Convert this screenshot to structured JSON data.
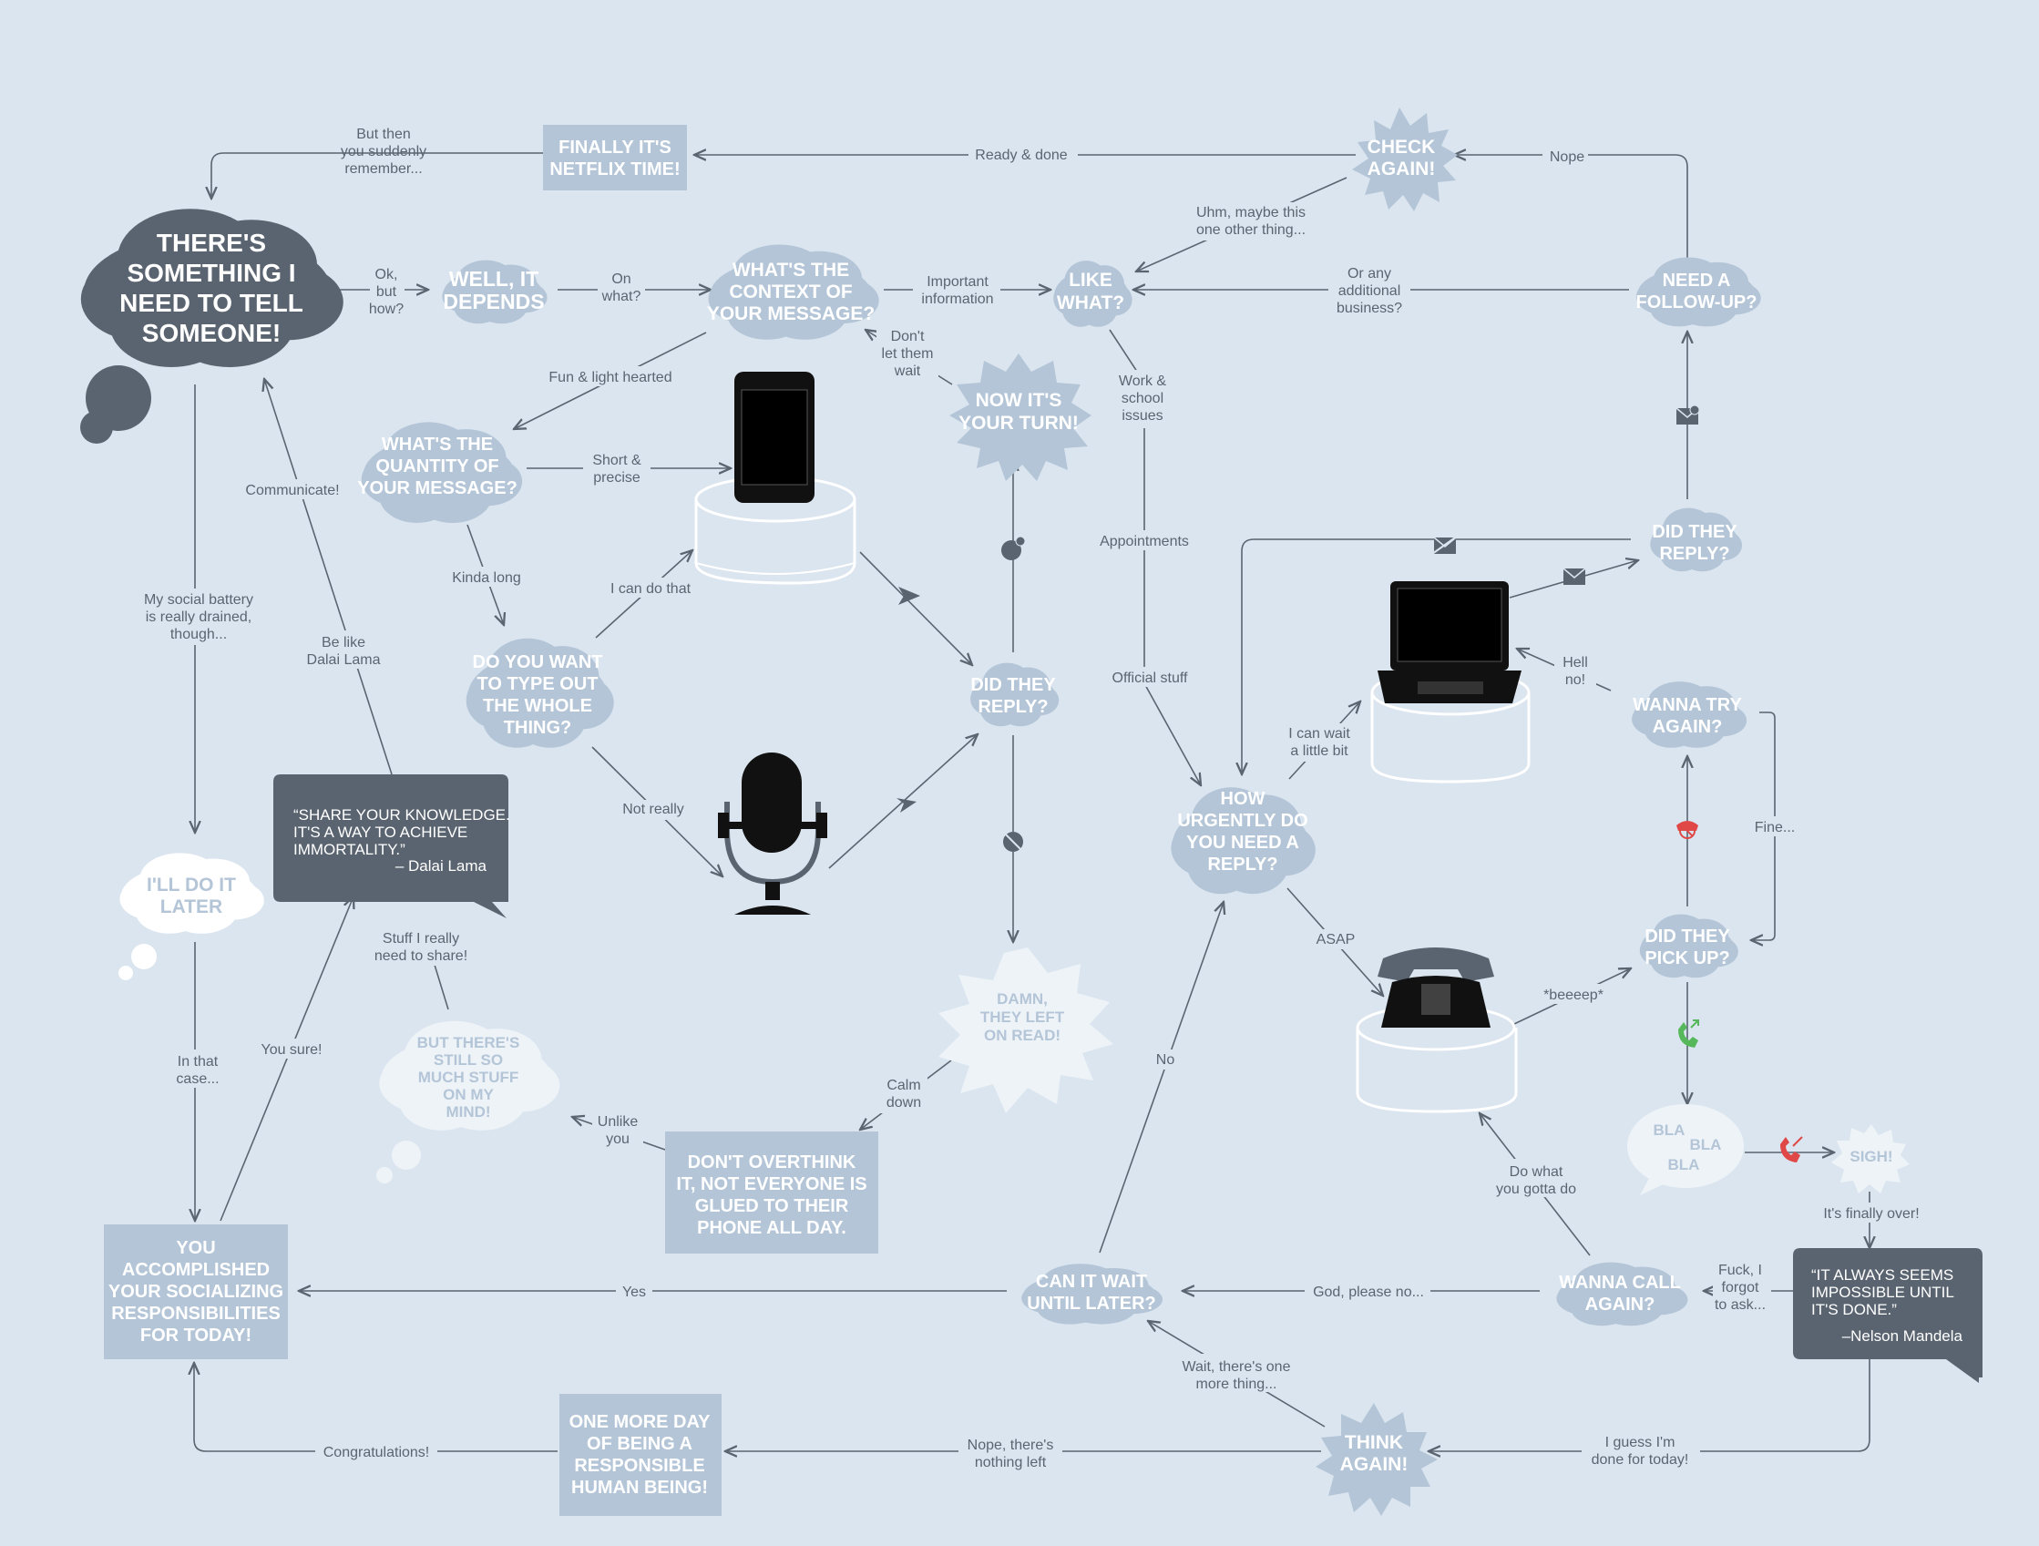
{
  "nodes": {
    "start": [
      "THERE'S",
      "SOMETHING I",
      "NEED TO TELL",
      "SOMEONE!"
    ],
    "depends": [
      "WELL, IT",
      "DEPENDS"
    ],
    "context": [
      "WHAT'S THE",
      "CONTEXT OF",
      "YOUR MESSAGE?"
    ],
    "like_what": [
      "LIKE",
      "WHAT?"
    ],
    "check_again": [
      "CHECK",
      "AGAIN!"
    ],
    "netflix": [
      "FINALLY IT'S",
      "NETFLIX TIME!"
    ],
    "followup": [
      "NEED A",
      "FOLLOW-UP?"
    ],
    "quantity": [
      "WHAT'S THE",
      "QUANTITY OF",
      "YOUR MESSAGE?"
    ],
    "type_whole": [
      "DO YOU WANT",
      "TO TYPE OUT",
      "THE WHOLE",
      "THING?"
    ],
    "your_turn": [
      "NOW IT'S",
      "YOUR TURN!"
    ],
    "did_reply_1": [
      "DID THEY",
      "REPLY?"
    ],
    "did_reply_2": [
      "DID THEY",
      "REPLY?"
    ],
    "try_again": [
      "WANNA TRY",
      "AGAIN?"
    ],
    "urgently": [
      "HOW",
      "URGENTLY DO",
      "YOU NEED A",
      "REPLY?"
    ],
    "pick_up": [
      "DID THEY",
      "PICK UP?"
    ],
    "left_on_read": [
      "DAMN,",
      "THEY LEFT",
      "ON READ!"
    ],
    "overthink": [
      "DON'T OVERTHINK",
      "IT, NOT EVERYONE IS",
      "GLUED TO THEIR",
      "PHONE ALL DAY."
    ],
    "do_it_later": [
      "I'LL DO IT",
      "LATER"
    ],
    "so_much_stuff": [
      "BUT THERE'S",
      "STILL SO",
      "MUCH STUFF",
      "ON MY",
      "MIND!"
    ],
    "accomplished": [
      "YOU",
      "ACCOMPLISHED",
      "YOUR SOCIALIZING",
      "RESPONSIBILITIES",
      "FOR TODAY!"
    ],
    "wait_later": [
      "CAN IT WAIT",
      "UNTIL LATER?"
    ],
    "call_again": [
      "WANNA CALL",
      "AGAIN?"
    ],
    "think_again": [
      "THINK",
      "AGAIN!"
    ],
    "one_more_day": [
      "ONE MORE DAY",
      "OF BEING A",
      "RESPONSIBLE",
      "HUMAN BEING!"
    ],
    "bla": [
      "BLA",
      "BLA",
      "BLA"
    ],
    "sigh": [
      "SIGH!"
    ]
  },
  "quotes": {
    "dalai": {
      "lines": [
        "“SHARE YOUR KNOWLEDGE.",
        "IT'S A WAY TO ACHIEVE",
        "IMMORTALITY.”"
      ],
      "author": "– Dalai Lama"
    },
    "mandela": {
      "lines": [
        "“IT ALWAYS SEEMS",
        "IMPOSSIBLE UNTIL",
        "IT'S DONE.”"
      ],
      "author": "–Nelson Mandela"
    }
  },
  "edge_labels": {
    "but_then": [
      "But then",
      "you suddenly",
      "remember..."
    ],
    "ready_done": [
      "Ready & done"
    ],
    "nope": [
      "Nope"
    ],
    "ok_but_how": [
      "Ok,",
      "but",
      "how?"
    ],
    "on_what": [
      "On",
      "what?"
    ],
    "important_info": [
      "Important",
      "information"
    ],
    "uhm_maybe": [
      "Uhm, maybe this",
      "one other thing..."
    ],
    "or_any": [
      "Or any",
      "additional",
      "business?"
    ],
    "dont_let_wait": [
      "Don't",
      "let them",
      "wait"
    ],
    "fun_light": [
      "Fun & light hearted"
    ],
    "work_school": [
      "Work &",
      "school",
      "issues"
    ],
    "communicate": [
      "Communicate!"
    ],
    "short_precise": [
      "Short &",
      "precise"
    ],
    "appointments": [
      "Appointments"
    ],
    "kinda_long": [
      "Kinda long"
    ],
    "social_battery": [
      "My social battery",
      "is really drained,",
      "though..."
    ],
    "i_can_do_that": [
      "I can do that"
    ],
    "be_like_dalai": [
      "Be like",
      "Dalai Lama"
    ],
    "official_stuff": [
      "Official stuff"
    ],
    "hell_no": [
      "Hell",
      "no!"
    ],
    "can_wait_bit": [
      "I can wait",
      "a little bit"
    ],
    "not_really": [
      "Not really"
    ],
    "fine": [
      "Fine..."
    ],
    "stuff_to_share": [
      "Stuff I really",
      "need to share!"
    ],
    "asap": [
      "ASAP"
    ],
    "beeeep": [
      "*beeeep*"
    ],
    "you_sure": [
      "You sure!"
    ],
    "no": [
      "No"
    ],
    "in_that_case": [
      "In that",
      "case..."
    ],
    "calm_down": [
      "Calm",
      "down"
    ],
    "unlike_you": [
      "Unlike",
      "you"
    ],
    "do_what_gotta": [
      "Do what",
      "you gotta do"
    ],
    "finally_over": [
      "It's finally over!"
    ],
    "yes": [
      "Yes"
    ],
    "god_please_no": [
      "God, please no..."
    ],
    "fuck_forgot": [
      "Fuck, I",
      "forgot",
      "to ask..."
    ],
    "wait_one_more": [
      "Wait, there's one",
      "more thing..."
    ],
    "congratulations": [
      "Congratulations!"
    ],
    "nope_nothing_left": [
      "Nope, there's",
      "nothing left"
    ],
    "guess_done": [
      "I guess I'm",
      "done for today!"
    ]
  },
  "colors": {
    "background": "#dbe5ef",
    "node_light": "#b3c5d7",
    "node_dark": "#5a6470",
    "node_white": "#ffffff",
    "node_pale": "#eef3f8",
    "line": "#5b6572",
    "red": "#e04848",
    "green": "#56b85a"
  },
  "icons": [
    "smartphone-icon",
    "microphone-icon",
    "laptop-icon",
    "telephone-icon",
    "envelope-icon",
    "message-alert-icon",
    "no-message-icon",
    "phone-declined-icon",
    "phone-answered-icon",
    "phone-missed-icon",
    "send-arrow-icon"
  ]
}
